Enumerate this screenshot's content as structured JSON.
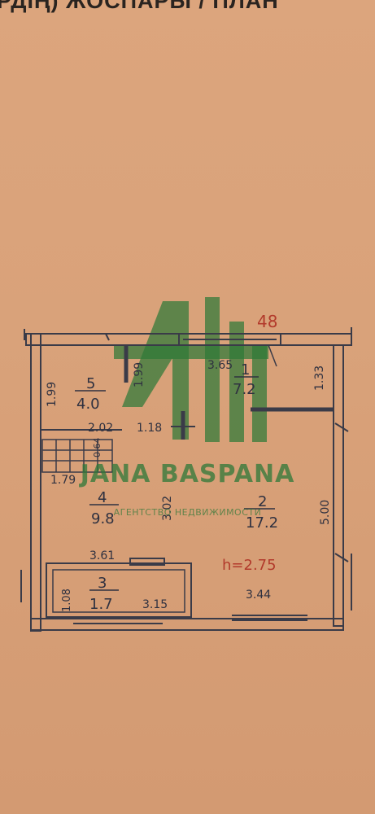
{
  "header": {
    "title": "РДІҢ) ЖОСПАРЫ / ПЛАН"
  },
  "watermark": {
    "brand": "JANA BASPANA",
    "tagline": "АГЕНТСТВО НЕДВИЖИМОСТИ",
    "color": "#2e7838"
  },
  "plan": {
    "apartment_number": "48",
    "ceiling_height": "h=2.75",
    "rooms": [
      {
        "number": "1",
        "area": "7.2"
      },
      {
        "number": "2",
        "area": "17.2"
      },
      {
        "number": "3",
        "area": "1.7"
      },
      {
        "number": "4",
        "area": "9.8"
      },
      {
        "number": "5",
        "area": "4.0"
      }
    ],
    "dimensions": {
      "left_top": "1.99",
      "bath_right": "1.99",
      "hall_width": "3.65",
      "right_top": "1.33",
      "bath_width": "2.02",
      "corridor_width": "1.18",
      "stair_small": "0.64",
      "stair_width": "1.79",
      "middle_wall": "3.02",
      "right_wall": "5.00",
      "balcony_top": "3.61",
      "balcony_left": "1.08",
      "balcony_width": "3.15",
      "kitchen_width": "3.44"
    }
  }
}
